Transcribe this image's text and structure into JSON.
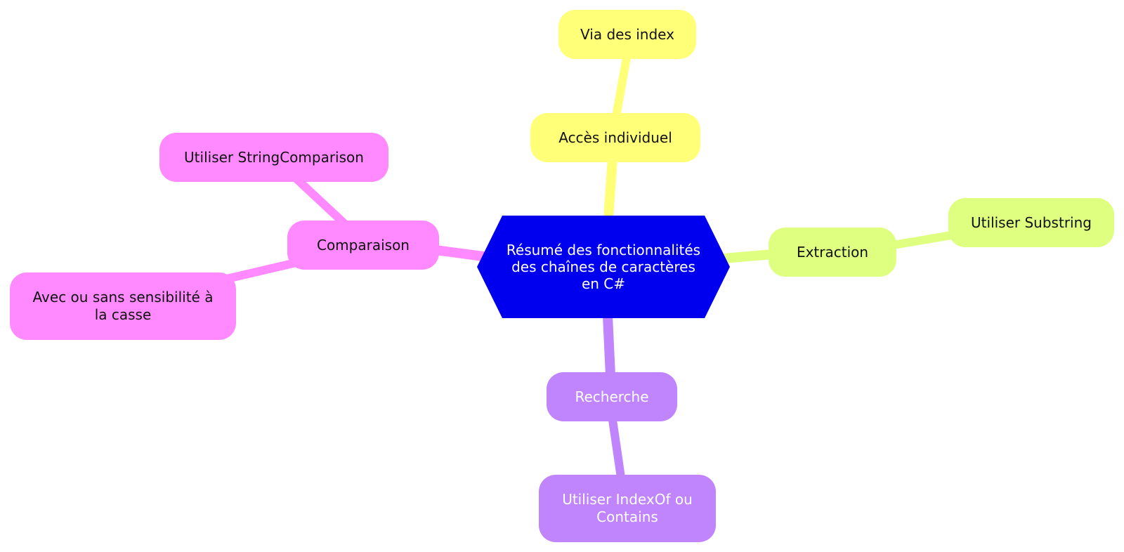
{
  "diagram": {
    "type": "mindmap",
    "root": {
      "label": "Résumé des fonctionnalités des chaînes de caractères en C#",
      "color": "#0000ee"
    },
    "branches": [
      {
        "label": "Accès individuel",
        "color": "#ffff78",
        "children": [
          {
            "label": "Via des index"
          }
        ]
      },
      {
        "label": "Extraction",
        "color": "#deff80",
        "children": [
          {
            "label": "Utiliser Substring"
          }
        ]
      },
      {
        "label": "Comparaison",
        "color": "#ff8aff",
        "children": [
          {
            "label": "Utiliser StringComparison"
          },
          {
            "label": "Avec ou sans sensibilité à la casse"
          }
        ]
      },
      {
        "label": "Recherche",
        "color": "#c084fc",
        "children": [
          {
            "label": "Utiliser IndexOf ou Contains"
          }
        ]
      }
    ]
  }
}
